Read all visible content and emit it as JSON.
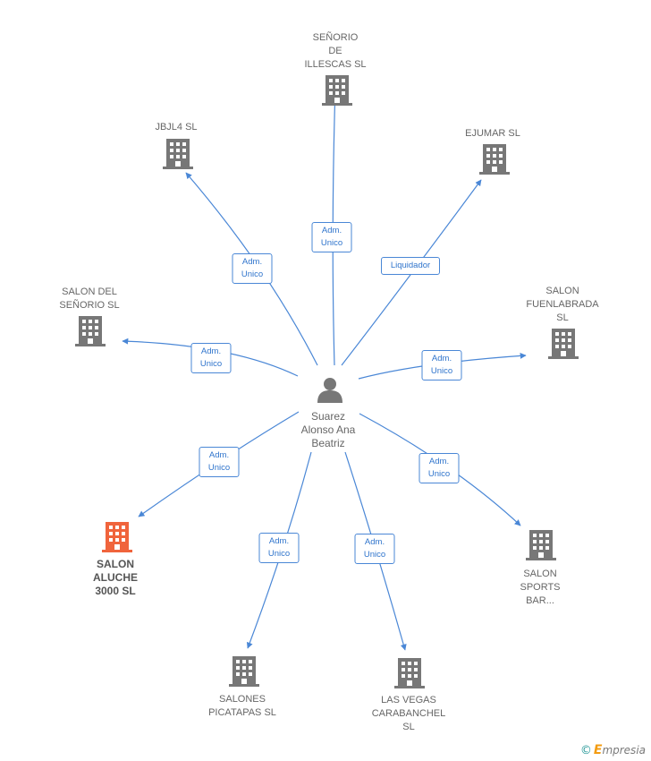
{
  "person": {
    "lines": [
      "Suarez",
      "Alonso Ana",
      "Beatriz"
    ]
  },
  "colors": {
    "edge": "#4a87d6",
    "building": "#777777",
    "highlight": "#f0643c"
  },
  "companies": [
    {
      "id": "senorio-illescas",
      "lines": [
        "SEÑORIO",
        "DE",
        "ILLESCAS SL"
      ],
      "highlight": false
    },
    {
      "id": "jbjl4",
      "lines": [
        "JBJL4  SL"
      ],
      "highlight": false
    },
    {
      "id": "ejumar",
      "lines": [
        "EJUMAR SL"
      ],
      "highlight": false
    },
    {
      "id": "salon-senorio",
      "lines": [
        "SALON DEL",
        "SEÑORIO  SL"
      ],
      "highlight": false
    },
    {
      "id": "salon-fuenlabrada",
      "lines": [
        "SALON",
        "FUENLABRADA",
        "SL"
      ],
      "highlight": false
    },
    {
      "id": "salon-aluche",
      "lines": [
        "SALON",
        "ALUCHE",
        "3000  SL"
      ],
      "highlight": true
    },
    {
      "id": "salon-sports",
      "lines": [
        "SALON",
        "SPORTS",
        "BAR..."
      ],
      "highlight": false
    },
    {
      "id": "salones-picatapas",
      "lines": [
        "SALONES",
        "PICATAPAS  SL"
      ],
      "highlight": false
    },
    {
      "id": "las-vegas",
      "lines": [
        "LAS VEGAS",
        "CARABANCHEL",
        "SL"
      ],
      "highlight": false
    }
  ],
  "edges": [
    {
      "to": "senorio-illescas",
      "lines": [
        "Adm.",
        "Unico"
      ]
    },
    {
      "to": "jbjl4",
      "lines": [
        "Adm.",
        "Unico"
      ]
    },
    {
      "to": "ejumar",
      "lines": [
        "Liquidador"
      ]
    },
    {
      "to": "salon-senorio",
      "lines": [
        "Adm.",
        "Unico"
      ]
    },
    {
      "to": "salon-fuenlabrada",
      "lines": [
        "Adm.",
        "Unico"
      ]
    },
    {
      "to": "salon-aluche",
      "lines": [
        "Adm.",
        "Unico"
      ]
    },
    {
      "to": "salon-sports",
      "lines": [
        "Adm.",
        "Unico"
      ]
    },
    {
      "to": "salones-picatapas",
      "lines": [
        "Adm.",
        "Unico"
      ]
    },
    {
      "to": "las-vegas",
      "lines": [
        "Adm.",
        "Unico"
      ]
    }
  ],
  "brand": {
    "copyright": "©",
    "first": "E",
    "rest": "mpresia"
  }
}
